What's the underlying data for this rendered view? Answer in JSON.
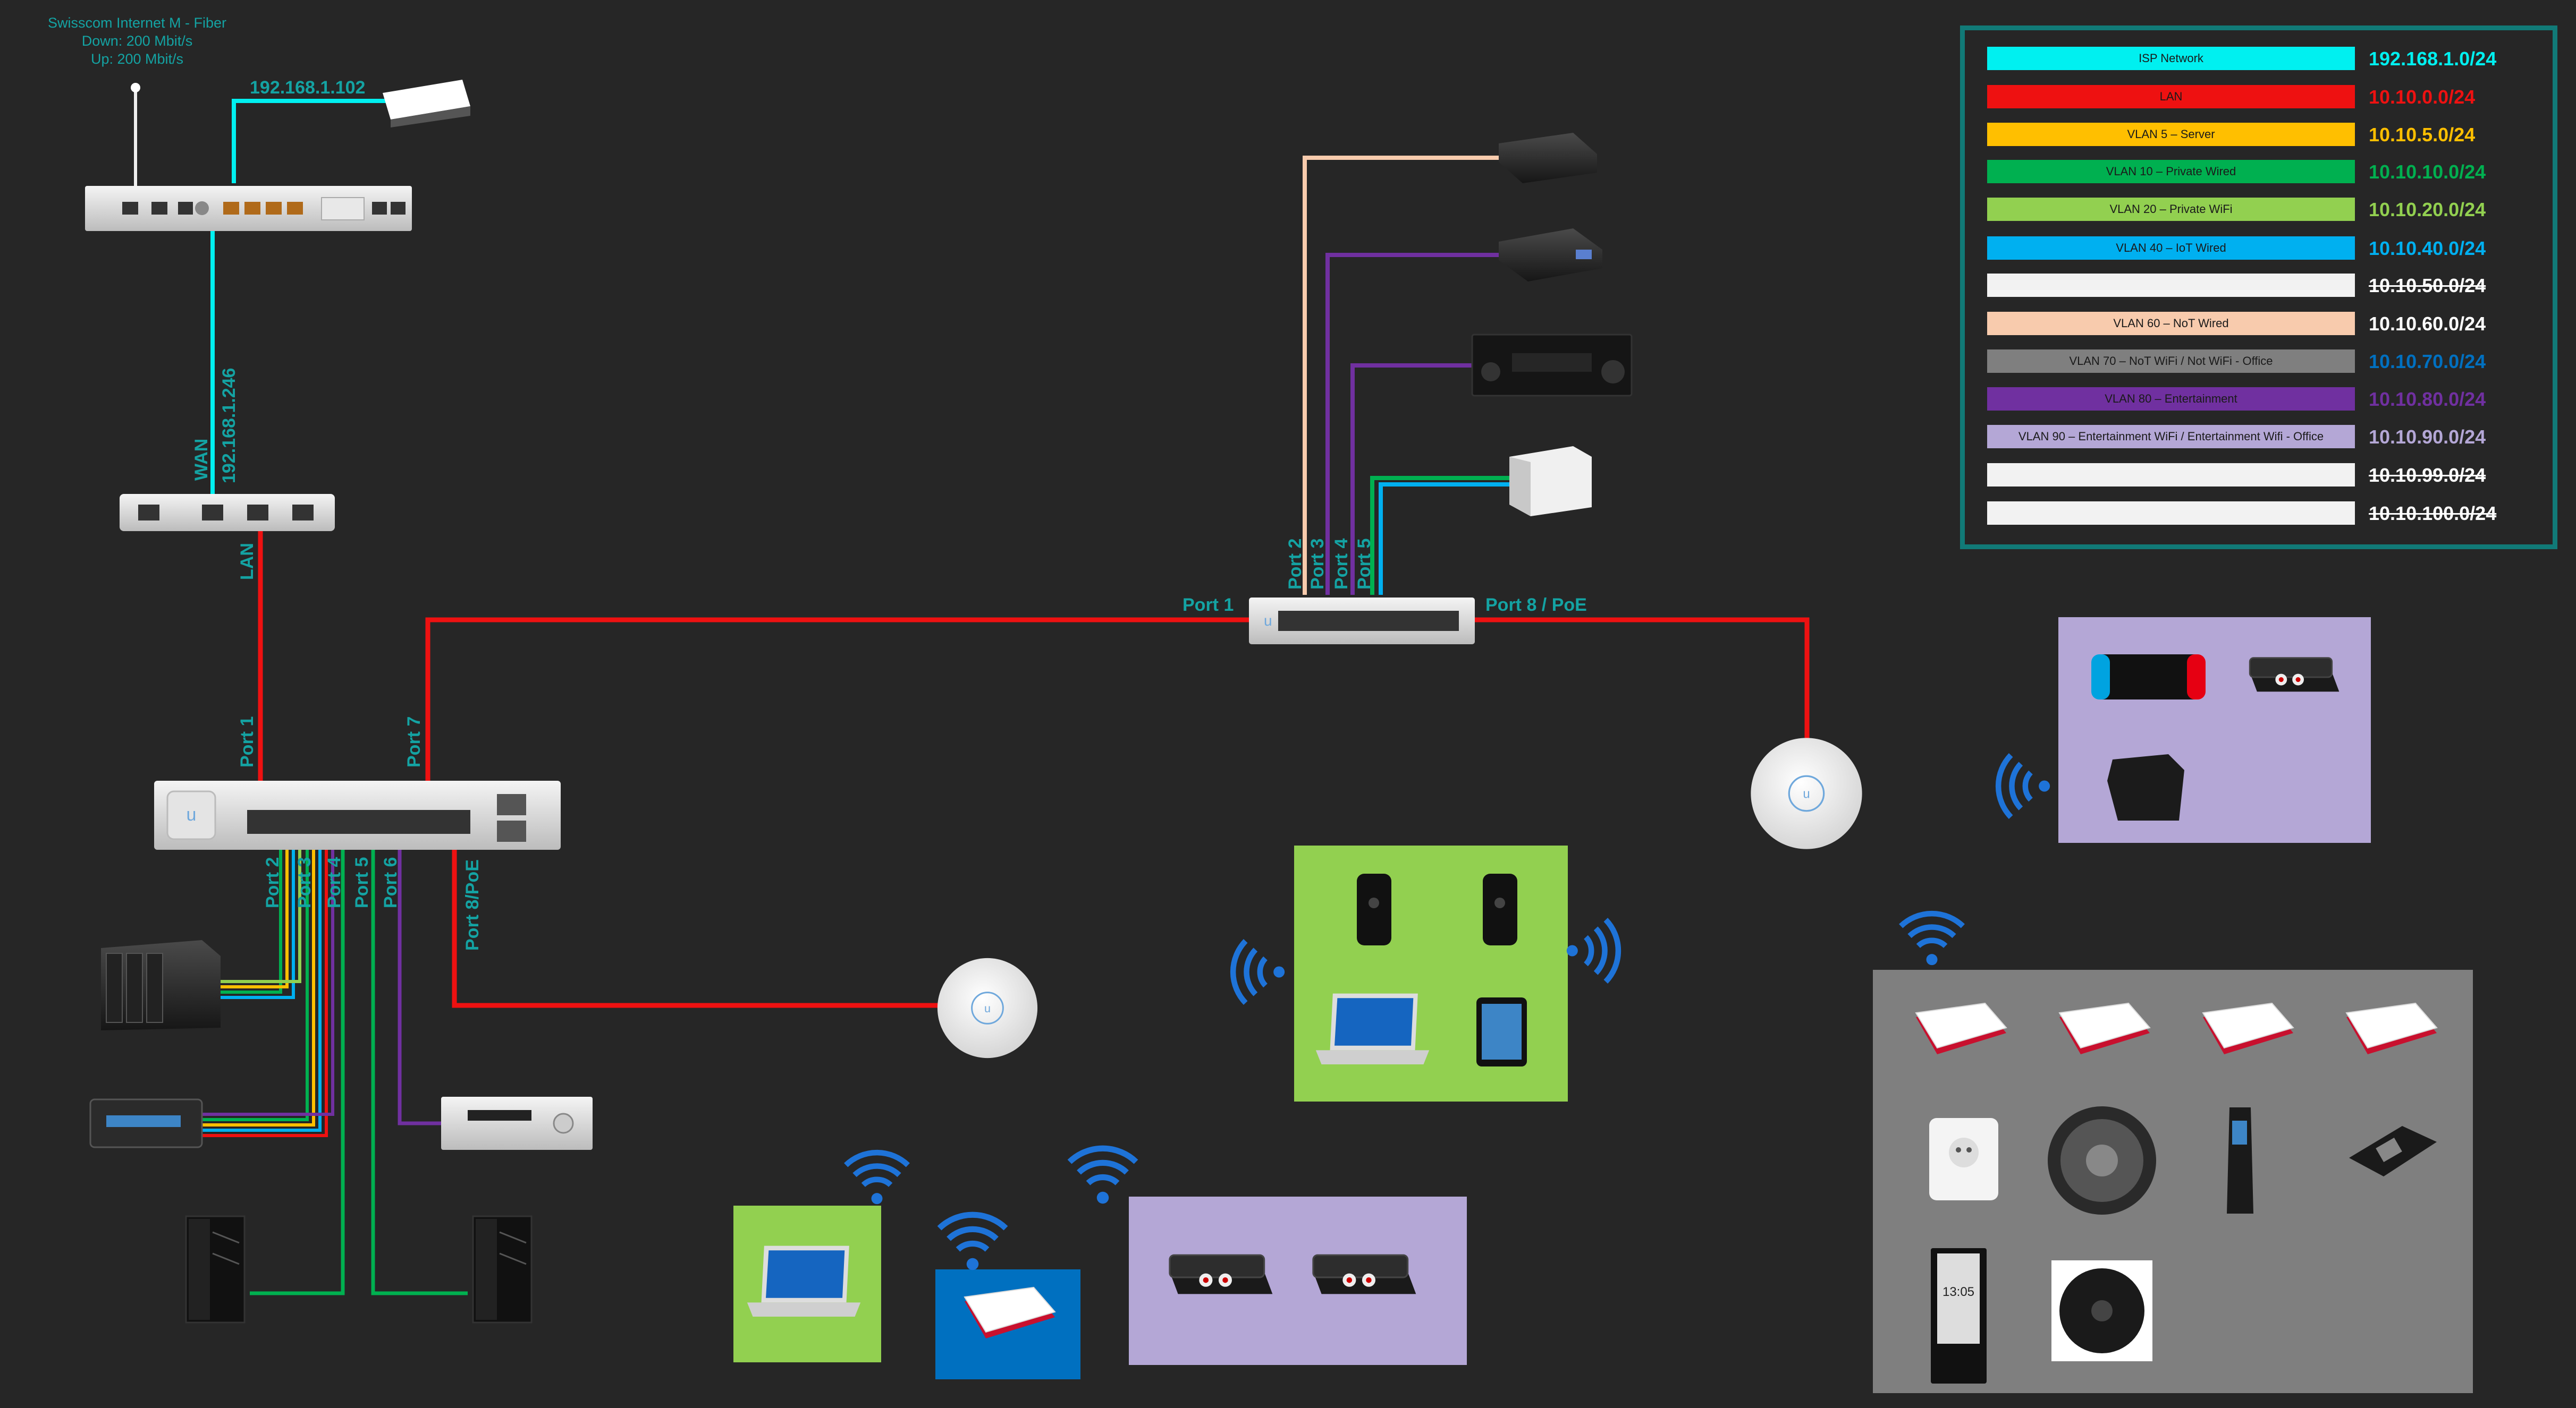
{
  "isp": {
    "title": "Swisscom Internet M - Fiber",
    "down": "Down: 200 Mbit/s",
    "up": "Up: 200 Mbit/s"
  },
  "labels": {
    "tv_box_ip": "192.168.1.102",
    "wan_ip": "192.168.1.246",
    "wan": "WAN",
    "lan": "LAN",
    "sw1_port1": "Port 1",
    "sw1_port7": "Port 7",
    "sw1_port2": "Port 2",
    "sw1_port3": "Port 3",
    "sw1_port4": "Port 4",
    "sw1_port5": "Port 5",
    "sw1_port6": "Port 6",
    "sw1_port8": "Port 8/PoE",
    "sw2_port1": "Port 1",
    "sw2_port2": "Port 2",
    "sw2_port3": "Port 3",
    "sw2_port4": "Port 4",
    "sw2_port5": "Port 5",
    "sw2_port8": "Port 8 / PoE"
  },
  "legend": [
    {
      "label": "ISP Network",
      "subnet": "192.168.1.0/24",
      "bar": "#00f0f0",
      "text_color": "#00f0f0",
      "strike": false
    },
    {
      "label": "LAN",
      "subnet": "10.10.0.0/24",
      "bar": "#ee1111",
      "text_color": "#ee1111",
      "strike": false
    },
    {
      "label": "VLAN 5 – Server",
      "subnet": "10.10.5.0/24",
      "bar": "#ffbf00",
      "text_color": "#ffbf00",
      "strike": false
    },
    {
      "label": "VLAN 10 – Private Wired",
      "subnet": "10.10.10.0/24",
      "bar": "#00b050",
      "text_color": "#00b050",
      "strike": false
    },
    {
      "label": "VLAN 20 – Private WiFi",
      "subnet": "10.10.20.0/24",
      "bar": "#92d050",
      "text_color": "#92d050",
      "strike": false
    },
    {
      "label": "VLAN 40 – IoT Wired",
      "subnet": "10.10.40.0/24",
      "bar": "#00b0f0",
      "text_color": "#00b0f0",
      "strike": false
    },
    {
      "label": "",
      "subnet": "10.10.50.0/24",
      "bar": "#f2f2f2",
      "text_color": "#ffffff",
      "strike": true
    },
    {
      "label": "VLAN 60 – NoT Wired",
      "subnet": "10.10.60.0/24",
      "bar": "#f8cbad",
      "text_color": "#ffffff",
      "strike": false
    },
    {
      "label": "VLAN 70 – NoT WiFi / Not WiFi - Office",
      "subnet": "10.10.70.0/24",
      "bar": "#7f7f7f",
      "text_color": "#0070c0",
      "strike": false
    },
    {
      "label": "VLAN 80 – Entertainment",
      "subnet": "10.10.80.0/24",
      "bar": "#7030a0",
      "text_color": "#7030a0",
      "strike": false
    },
    {
      "label": "VLAN 90 – Entertainment WiFi / Entertainment Wifi - Office",
      "subnet": "10.10.90.0/24",
      "bar": "#b4a7d6",
      "text_color": "#b4a7d6",
      "strike": false
    },
    {
      "label": "",
      "subnet": "10.10.99.0/24",
      "bar": "#f2f2f2",
      "text_color": "#ffffff",
      "strike": true
    },
    {
      "label": "",
      "subnet": "10.10.100.0/24",
      "bar": "#f2f2f2",
      "text_color": "#ffffff",
      "strike": true
    }
  ],
  "misc": {
    "phone_clock": "13:05"
  }
}
